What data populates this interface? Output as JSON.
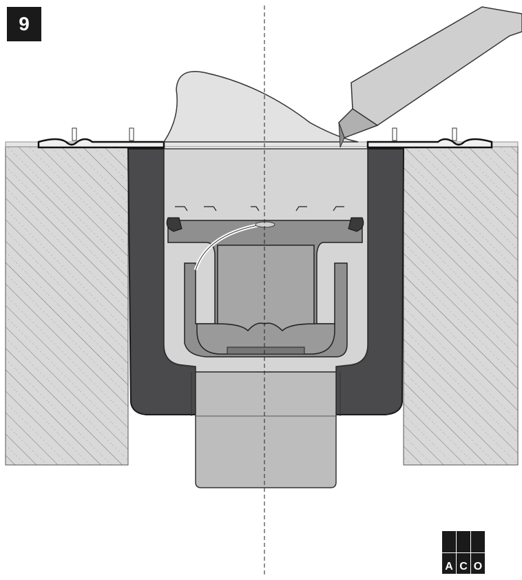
{
  "step": {
    "number": "9"
  },
  "brand": {
    "logo_text": "ACO",
    "letters": [
      "A",
      "C",
      "O"
    ]
  },
  "colors": {
    "dark_body": "#4a4a4c",
    "mid_gray": "#a8a8a8",
    "light_gray": "#cfcfcf",
    "lighter_gray": "#dcdcdc",
    "concrete": "#d9d9d9",
    "black": "#1a1a1a"
  },
  "icons": [
    "hatched-concrete",
    "drain-body",
    "protective-film",
    "utility-knife"
  ]
}
